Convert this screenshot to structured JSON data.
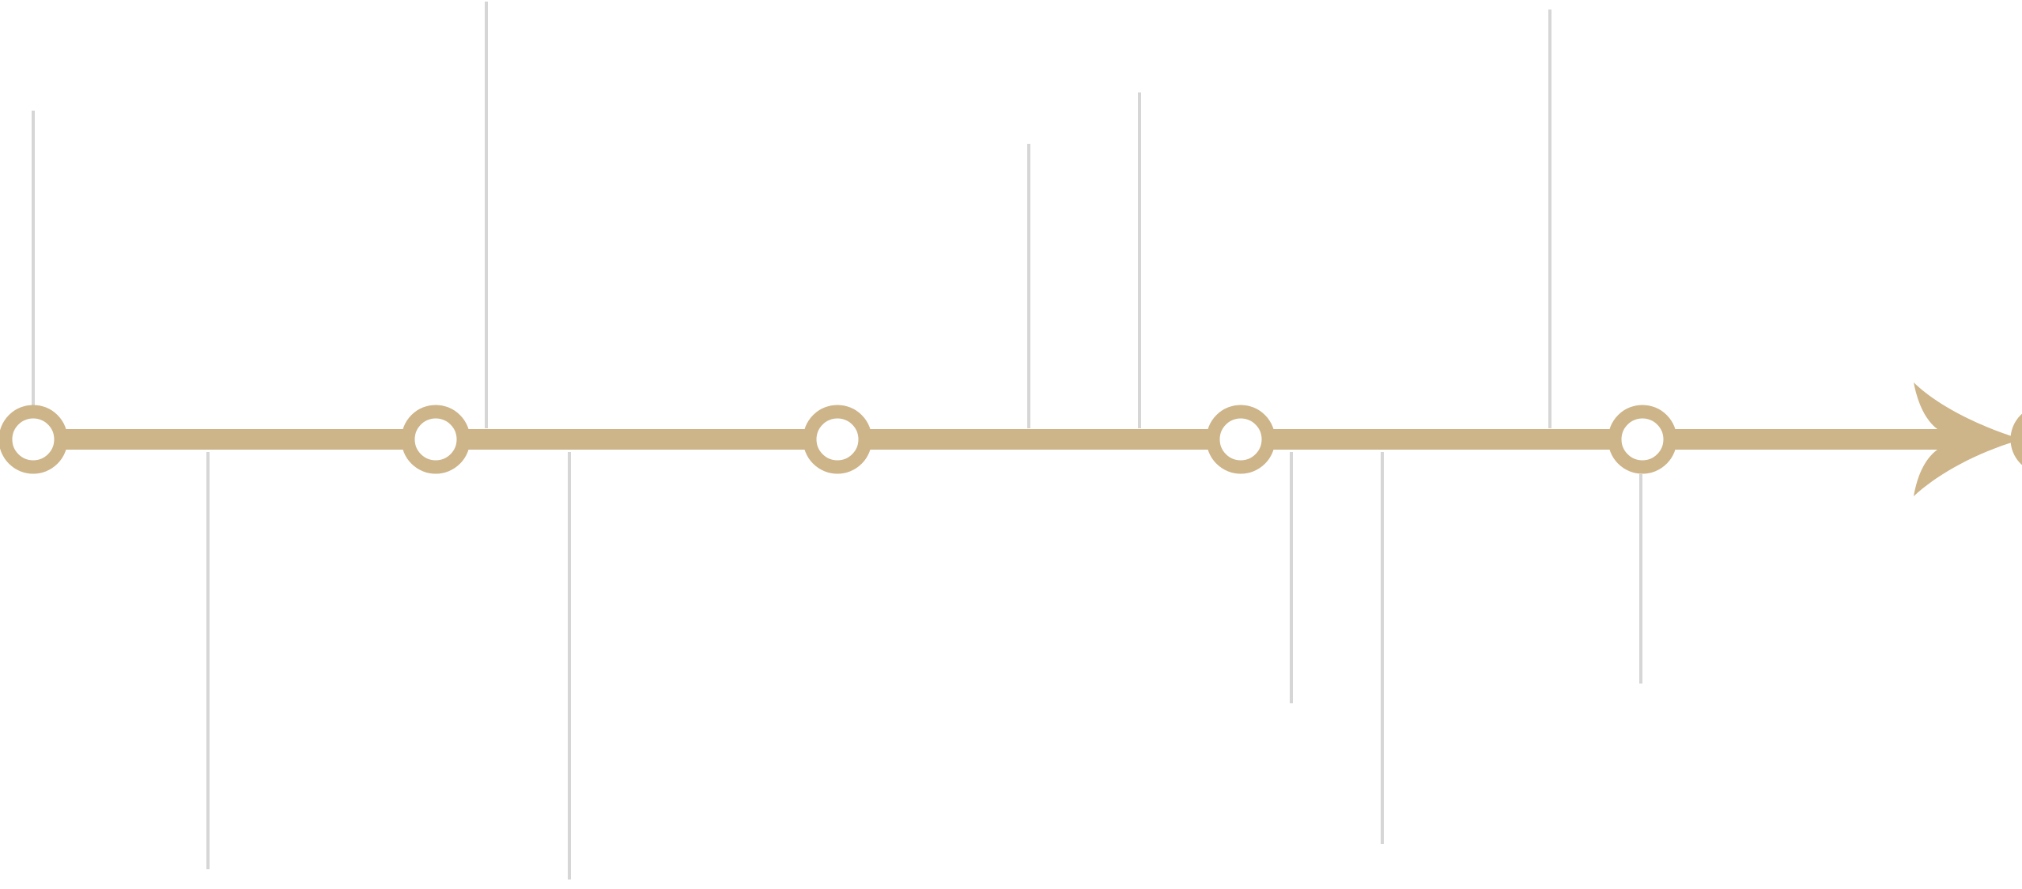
{
  "diagram": {
    "type": "timeline",
    "colors": {
      "axis": "#cdb489",
      "leader_line": "#d6d6d6",
      "node_fill": "#ffffff",
      "background": "#ffffff"
    },
    "arrow_icon": "arrow-right-icon",
    "node_count": 6,
    "nodes": [
      {
        "id": "node-1"
      },
      {
        "id": "node-2"
      },
      {
        "id": "node-3"
      },
      {
        "id": "node-4"
      },
      {
        "id": "node-5"
      },
      {
        "id": "node-6"
      }
    ],
    "leader_lines": [
      {
        "id": "leader-1",
        "direction": "up"
      },
      {
        "id": "leader-2",
        "direction": "down"
      },
      {
        "id": "leader-3",
        "direction": "up"
      },
      {
        "id": "leader-4",
        "direction": "down"
      },
      {
        "id": "leader-5",
        "direction": "up"
      },
      {
        "id": "leader-6",
        "direction": "up"
      },
      {
        "id": "leader-7",
        "direction": "down"
      },
      {
        "id": "leader-8",
        "direction": "down"
      },
      {
        "id": "leader-9",
        "direction": "up"
      },
      {
        "id": "leader-10",
        "direction": "down"
      }
    ]
  }
}
